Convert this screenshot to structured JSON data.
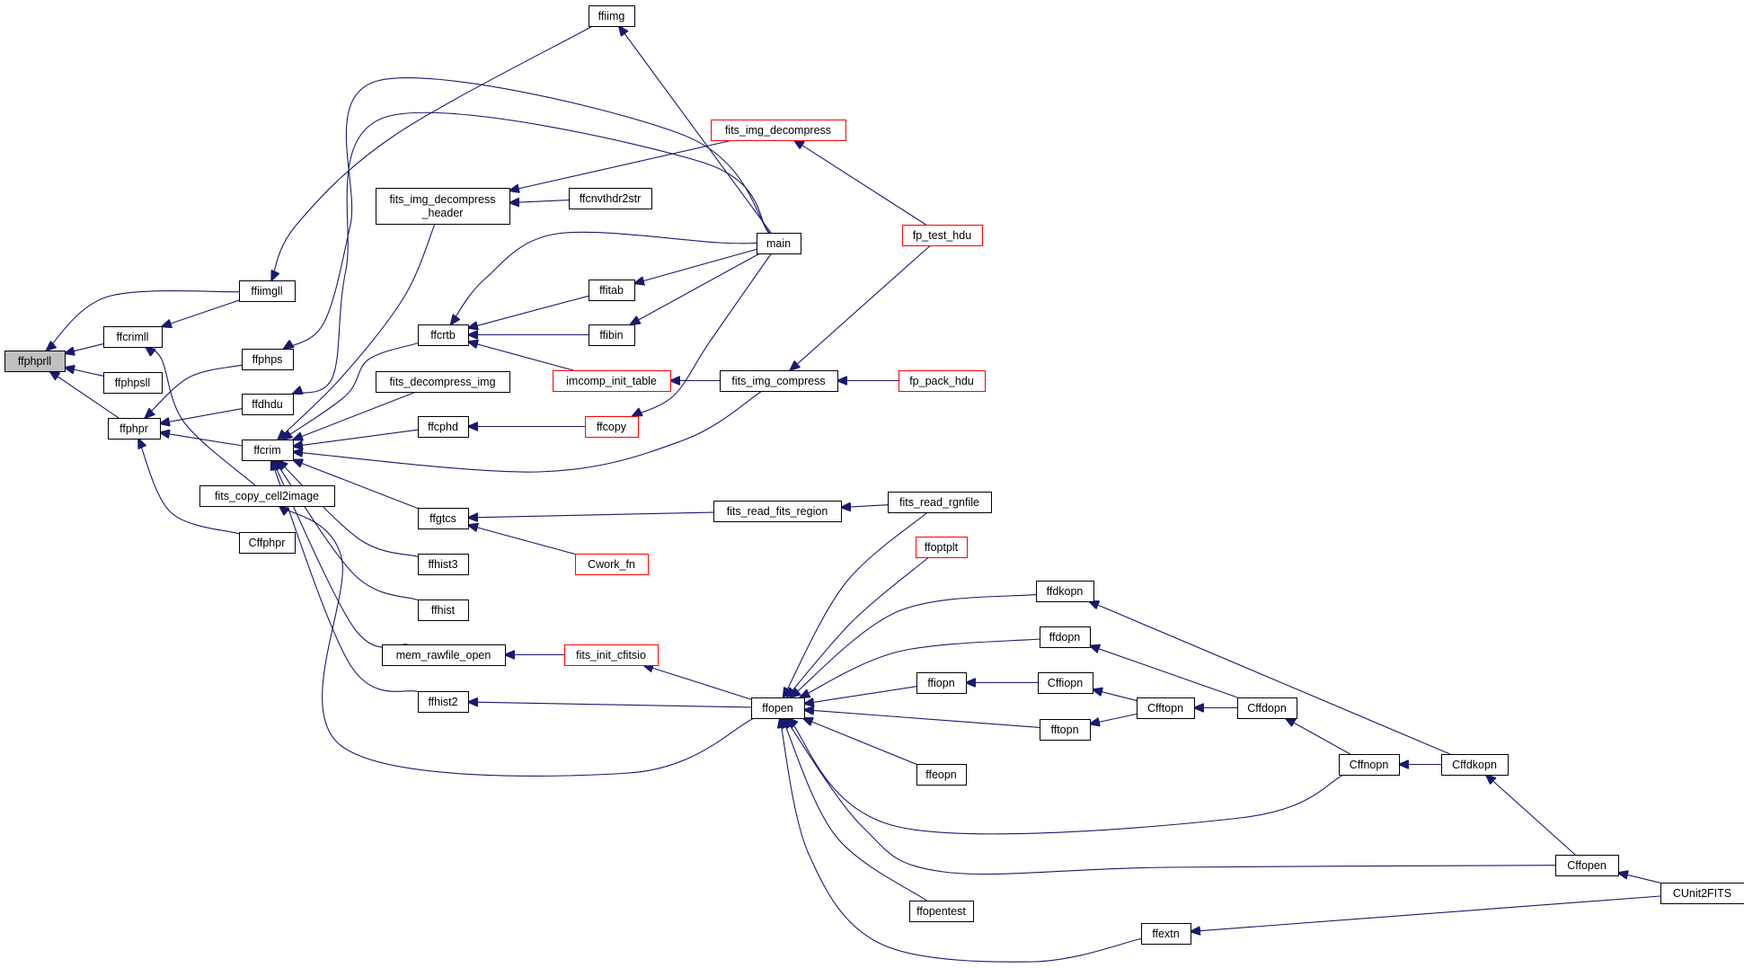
{
  "graph": {
    "colors": {
      "edge": "#191970",
      "normal_border": "#000000",
      "truncated_border": "#ff0000",
      "selected_fill": "#bfbfbf"
    },
    "nodes": [
      {
        "id": "ffphprll",
        "label": "ffphprll",
        "style": "selected"
      },
      {
        "id": "ffiimgll",
        "label": "ffiimgll",
        "style": "normal"
      },
      {
        "id": "ffcrimll",
        "label": "ffcrimll",
        "style": "normal"
      },
      {
        "id": "ffphpsll",
        "label": "ffphpsll",
        "style": "normal"
      },
      {
        "id": "ffphpr",
        "label": "ffphpr",
        "style": "normal"
      },
      {
        "id": "ffiimg",
        "label": "ffiimg",
        "style": "normal"
      },
      {
        "id": "ffphps",
        "label": "ffphps",
        "style": "normal"
      },
      {
        "id": "ffdhdu",
        "label": "ffdhdu",
        "style": "normal"
      },
      {
        "id": "ffcrim",
        "label": "ffcrim",
        "style": "normal"
      },
      {
        "id": "fits_copy_cell2image",
        "label": "fits_copy_cell2image",
        "style": "normal"
      },
      {
        "id": "Cffphpr",
        "label": "Cffphpr",
        "style": "normal"
      },
      {
        "id": "fits_img_decompress_header",
        "label": "fits_img_decompress\n_header",
        "style": "normal"
      },
      {
        "id": "ffcrtb",
        "label": "ffcrtb",
        "style": "normal"
      },
      {
        "id": "fits_decompress_img",
        "label": "fits_decompress_img",
        "style": "normal"
      },
      {
        "id": "ffcphd",
        "label": "ffcphd",
        "style": "normal"
      },
      {
        "id": "ffgtcs",
        "label": "ffgtcs",
        "style": "normal"
      },
      {
        "id": "ffhist3",
        "label": "ffhist3",
        "style": "normal"
      },
      {
        "id": "ffhist",
        "label": "ffhist",
        "style": "normal"
      },
      {
        "id": "mem_rawfile_open",
        "label": "mem_rawfile_open",
        "style": "normal"
      },
      {
        "id": "ffhist2",
        "label": "ffhist2",
        "style": "normal"
      },
      {
        "id": "ffcnvthdr2str",
        "label": "ffcnvthdr2str",
        "style": "normal"
      },
      {
        "id": "ffitab",
        "label": "ffitab",
        "style": "normal"
      },
      {
        "id": "ffibin",
        "label": "ffibin",
        "style": "normal"
      },
      {
        "id": "imcomp_init_table",
        "label": "imcomp_init_table",
        "style": "red"
      },
      {
        "id": "ffcopy",
        "label": "ffcopy",
        "style": "red"
      },
      {
        "id": "Cwork_fn",
        "label": "Cwork_fn",
        "style": "red"
      },
      {
        "id": "fits_init_cfitsio",
        "label": "fits_init_cfitsio",
        "style": "red"
      },
      {
        "id": "fits_img_decompress",
        "label": "fits_img_decompress",
        "style": "red"
      },
      {
        "id": "main",
        "label": "main",
        "style": "normal"
      },
      {
        "id": "fits_img_compress",
        "label": "fits_img_compress",
        "style": "normal"
      },
      {
        "id": "fits_read_fits_region",
        "label": "fits_read_fits_region",
        "style": "normal"
      },
      {
        "id": "ffopen",
        "label": "ffopen",
        "style": "normal"
      },
      {
        "id": "fp_test_hdu",
        "label": "fp_test_hdu",
        "style": "red"
      },
      {
        "id": "fp_pack_hdu",
        "label": "fp_pack_hdu",
        "style": "red"
      },
      {
        "id": "fits_read_rgnfile",
        "label": "fits_read_rgnfile",
        "style": "normal"
      },
      {
        "id": "ffoptplt",
        "label": "ffoptplt",
        "style": "red"
      },
      {
        "id": "ffiopn",
        "label": "ffiopn",
        "style": "normal"
      },
      {
        "id": "ffeopn",
        "label": "ffeopn",
        "style": "normal"
      },
      {
        "id": "ffopentest",
        "label": "ffopentest",
        "style": "normal"
      },
      {
        "id": "ffdkopn",
        "label": "ffdkopn",
        "style": "normal"
      },
      {
        "id": "ffdopn",
        "label": "ffdopn",
        "style": "normal"
      },
      {
        "id": "Cffiopn",
        "label": "Cffiopn",
        "style": "normal"
      },
      {
        "id": "fftopn",
        "label": "fftopn",
        "style": "normal"
      },
      {
        "id": "ffextn",
        "label": "ffextn",
        "style": "normal"
      },
      {
        "id": "Cfftopn",
        "label": "Cfftopn",
        "style": "normal"
      },
      {
        "id": "Cffdopn",
        "label": "Cffdopn",
        "style": "normal"
      },
      {
        "id": "Cffnopn",
        "label": "Cffnopn",
        "style": "normal"
      },
      {
        "id": "Cffdkopn",
        "label": "Cffdkopn",
        "style": "normal"
      },
      {
        "id": "Cffopen",
        "label": "Cffopen",
        "style": "normal"
      },
      {
        "id": "CUnit2FITS",
        "label": "CUnit2FITS",
        "style": "normal"
      }
    ],
    "edges": [
      {
        "from": "ffiimgll",
        "to": "ffphprll"
      },
      {
        "from": "ffcrimll",
        "to": "ffphprll"
      },
      {
        "from": "ffphpsll",
        "to": "ffphprll"
      },
      {
        "from": "ffphpr",
        "to": "ffphprll"
      },
      {
        "from": "ffiimg",
        "to": "ffiimgll"
      },
      {
        "from": "ffiimgll",
        "to": "ffcrimll"
      },
      {
        "from": "fits_copy_cell2image",
        "to": "ffcrimll"
      },
      {
        "from": "ffphps",
        "to": "ffphpr"
      },
      {
        "from": "ffdhdu",
        "to": "ffphpr"
      },
      {
        "from": "ffcrim",
        "to": "ffphpr"
      },
      {
        "from": "Cffphpr",
        "to": "ffphpr"
      },
      {
        "from": "main",
        "to": "ffiimg"
      },
      {
        "from": "main",
        "to": "ffphps"
      },
      {
        "from": "main",
        "to": "ffdhdu"
      },
      {
        "from": "fits_img_decompress_header",
        "to": "ffcrim"
      },
      {
        "from": "ffcrtb",
        "to": "ffcrim"
      },
      {
        "from": "fits_decompress_img",
        "to": "ffcrim"
      },
      {
        "from": "ffcphd",
        "to": "ffcrim"
      },
      {
        "from": "ffgtcs",
        "to": "ffcrim"
      },
      {
        "from": "ffhist3",
        "to": "ffcrim"
      },
      {
        "from": "ffhist",
        "to": "ffcrim"
      },
      {
        "from": "mem_rawfile_open",
        "to": "ffcrim"
      },
      {
        "from": "ffhist2",
        "to": "ffcrim"
      },
      {
        "from": "fits_img_compress",
        "to": "ffcrim"
      },
      {
        "from": "ffopen",
        "to": "fits_copy_cell2image"
      },
      {
        "from": "ffcnvthdr2str",
        "to": "fits_img_decompress_header"
      },
      {
        "from": "fits_img_decompress",
        "to": "fits_img_decompress_header"
      },
      {
        "from": "main",
        "to": "ffcrtb"
      },
      {
        "from": "ffitab",
        "to": "ffcrtb"
      },
      {
        "from": "ffibin",
        "to": "ffcrtb"
      },
      {
        "from": "imcomp_init_table",
        "to": "ffcrtb"
      },
      {
        "from": "ffcopy",
        "to": "ffcphd"
      },
      {
        "from": "fits_read_fits_region",
        "to": "ffgtcs"
      },
      {
        "from": "Cwork_fn",
        "to": "ffgtcs"
      },
      {
        "from": "fits_init_cfitsio",
        "to": "mem_rawfile_open"
      },
      {
        "from": "ffopen",
        "to": "ffhist2"
      },
      {
        "from": "main",
        "to": "ffitab"
      },
      {
        "from": "main",
        "to": "ffibin"
      },
      {
        "from": "fits_img_compress",
        "to": "imcomp_init_table"
      },
      {
        "from": "main",
        "to": "ffcopy"
      },
      {
        "from": "ffopen",
        "to": "fits_init_cfitsio"
      },
      {
        "from": "fp_test_hdu",
        "to": "fits_img_decompress"
      },
      {
        "from": "fp_test_hdu",
        "to": "fits_img_compress"
      },
      {
        "from": "fp_pack_hdu",
        "to": "fits_img_compress"
      },
      {
        "from": "fits_read_rgnfile",
        "to": "fits_read_fits_region"
      },
      {
        "from": "fits_read_rgnfile",
        "to": "ffopen"
      },
      {
        "from": "ffoptplt",
        "to": "ffopen"
      },
      {
        "from": "ffdkopn",
        "to": "ffopen"
      },
      {
        "from": "ffdopn",
        "to": "ffopen"
      },
      {
        "from": "ffiopn",
        "to": "ffopen"
      },
      {
        "from": "fftopn",
        "to": "ffopen"
      },
      {
        "from": "ffeopn",
        "to": "ffopen"
      },
      {
        "from": "Cffnopn",
        "to": "ffopen"
      },
      {
        "from": "Cffopen",
        "to": "ffopen"
      },
      {
        "from": "ffopentest",
        "to": "ffopen"
      },
      {
        "from": "ffextn",
        "to": "ffopen"
      },
      {
        "from": "Cffiopn",
        "to": "ffiopn"
      },
      {
        "from": "Cfftopn",
        "to": "Cffiopn"
      },
      {
        "from": "Cfftopn",
        "to": "fftopn"
      },
      {
        "from": "Cffdopn",
        "to": "Cfftopn"
      },
      {
        "from": "Cffnopn",
        "to": "Cffdopn"
      },
      {
        "from": "Cffdopn",
        "to": "ffdopn"
      },
      {
        "from": "Cffdkopn",
        "to": "ffdkopn"
      },
      {
        "from": "Cffdkopn",
        "to": "Cffnopn"
      },
      {
        "from": "Cffopen",
        "to": "Cffdkopn"
      },
      {
        "from": "CUnit2FITS",
        "to": "Cffopen"
      },
      {
        "from": "CUnit2FITS",
        "to": "ffextn"
      }
    ]
  }
}
